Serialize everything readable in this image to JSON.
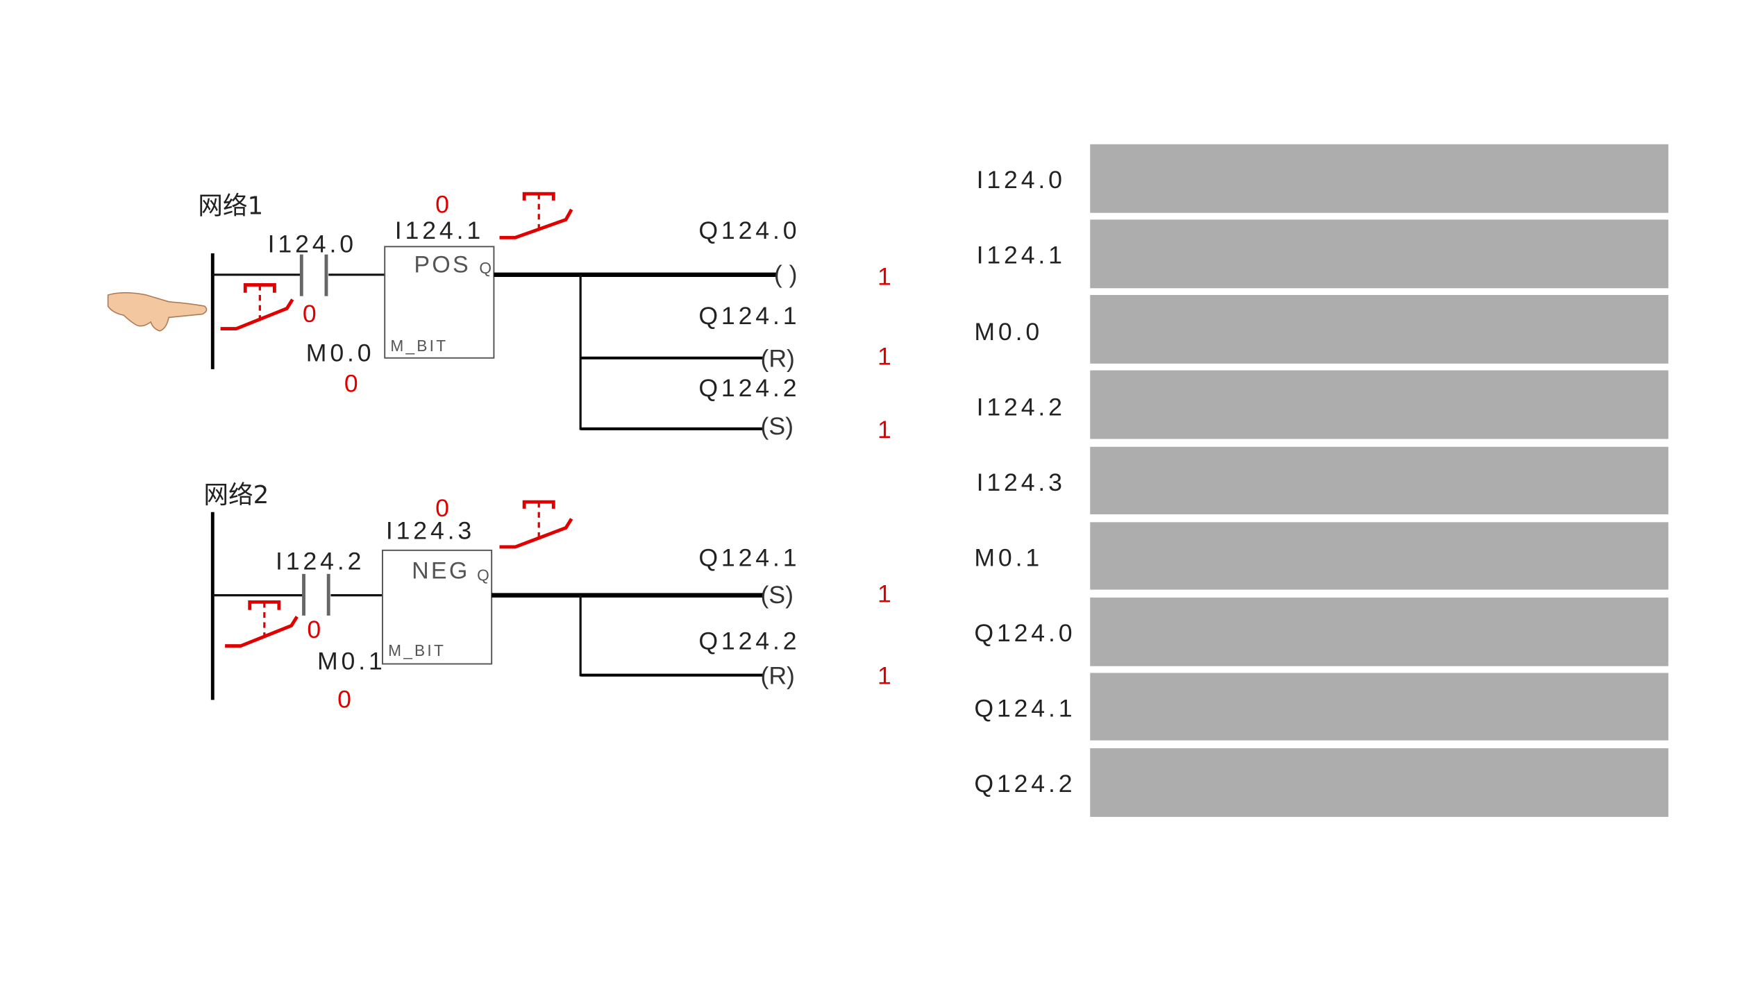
{
  "network1": {
    "title": "网络1",
    "contact": {
      "address": "I124.0",
      "state": "0"
    },
    "edge_block": {
      "name": "POS",
      "output": "Q",
      "mbit_label": "M_BIT",
      "address": "I124.1",
      "address_state": "0",
      "mbit_address": "M0.0",
      "mbit_state": "0"
    },
    "outputs": [
      {
        "address": "Q124.0",
        "coil": "( )",
        "state": "1"
      },
      {
        "address": "Q124.1",
        "coil": "(R)",
        "state": "1"
      },
      {
        "address": "Q124.2",
        "coil": "(S)",
        "state": "1"
      }
    ]
  },
  "network2": {
    "title": "网络2",
    "contact": {
      "address": "I124.2",
      "state": "0"
    },
    "edge_block": {
      "name": "NEG",
      "output": "Q",
      "mbit_label": "M_BIT",
      "address": "I124.3",
      "address_state": "0",
      "mbit_address": "M0.1",
      "mbit_state": "0"
    },
    "outputs": [
      {
        "address": "Q124.1",
        "coil": "(S)",
        "state": "1"
      },
      {
        "address": "Q124.2",
        "coil": "(R)",
        "state": "1"
      }
    ]
  },
  "timing": {
    "signals": [
      "I124.0",
      "I124.1",
      "M0.0",
      "I124.2",
      "I124.3",
      "M0.1",
      "Q124.0",
      "Q124.1",
      "Q124.2"
    ],
    "bar_color": "#adadad"
  },
  "colors": {
    "state": "#e00000",
    "wire": "#000000"
  }
}
